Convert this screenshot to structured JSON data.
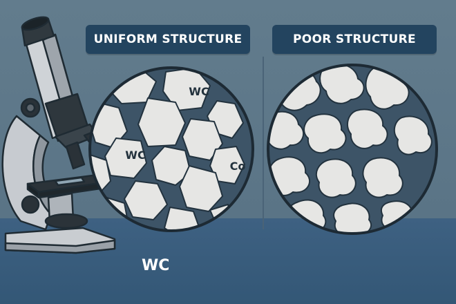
{
  "panels": {
    "left": {
      "title": "UNIFORM STRUCTURE"
    },
    "right": {
      "title": "POOR STRUCTURE"
    }
  },
  "grain_labels": {
    "wc_top": "WC",
    "wc_mid": "WC",
    "co": "Co"
  },
  "bottom_label": "WC",
  "colors": {
    "background": "#5c7688",
    "floor": "#3e6182",
    "badge": "#23445f",
    "grain": "#e6e6e4",
    "binder": "#3d5467",
    "outline": "#22323e"
  }
}
